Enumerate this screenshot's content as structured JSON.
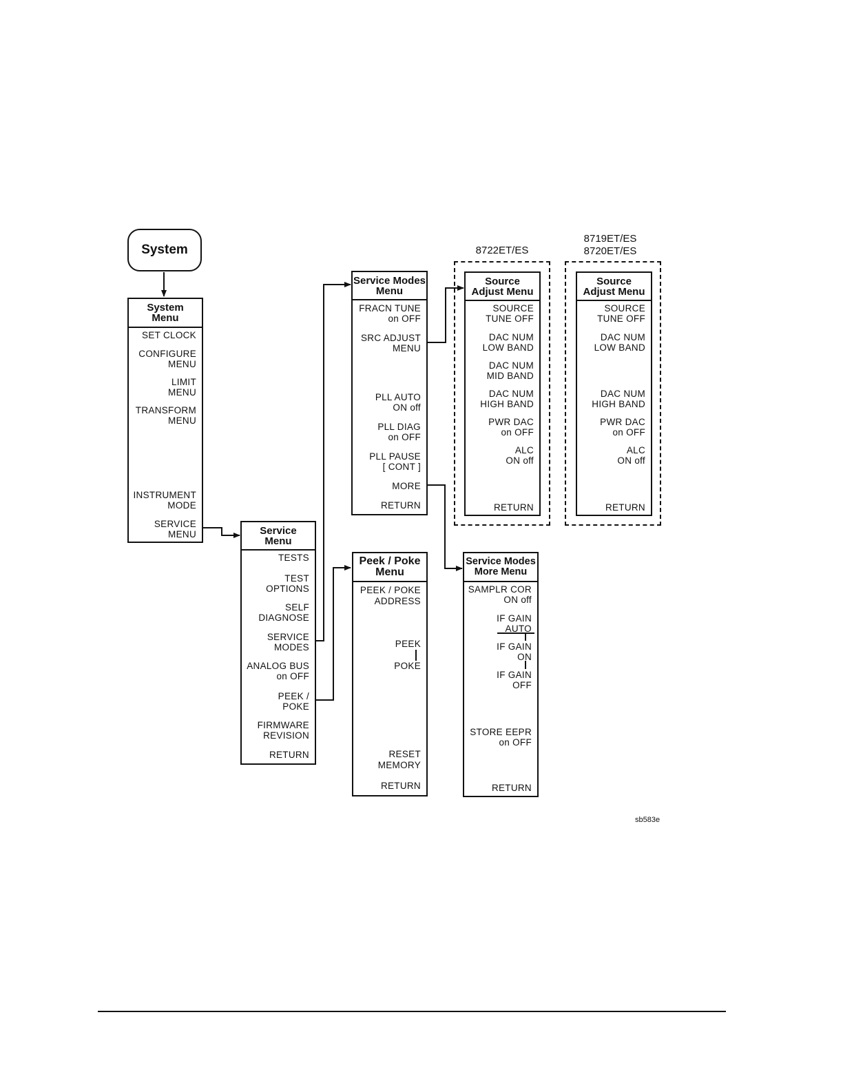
{
  "system_key": "System",
  "system_menu": {
    "title": [
      "System",
      "Menu"
    ],
    "items": [
      [
        "SET CLOCK"
      ],
      [
        "CONFIGURE",
        "MENU"
      ],
      [
        "LIMIT",
        "MENU"
      ],
      [
        "TRANSFORM",
        "MENU"
      ],
      [
        "INSTRUMENT",
        "MODE"
      ],
      [
        "SERVICE",
        "MENU"
      ]
    ]
  },
  "service_menu": {
    "title": [
      "Service",
      "Menu"
    ],
    "items": [
      [
        "TESTS"
      ],
      [
        "TEST",
        "OPTIONS"
      ],
      [
        "SELF",
        "DIAGNOSE"
      ],
      [
        "SERVICE",
        "MODES"
      ],
      [
        "ANALOG BUS",
        "on OFF"
      ],
      [
        "PEEK /",
        "POKE"
      ],
      [
        "FIRMWARE",
        "REVISION"
      ],
      [
        "RETURN"
      ]
    ]
  },
  "service_modes_menu": {
    "title": [
      "Service Modes",
      "Menu"
    ],
    "items": [
      [
        "FRACN TUNE",
        "on OFF"
      ],
      [
        "SRC ADJUST",
        "MENU"
      ],
      [
        "PLL AUTO",
        "ON off"
      ],
      [
        "PLL  DIAG",
        "on OFF"
      ],
      [
        "PLL  PAUSE",
        "[ CONT ]"
      ],
      [
        "MORE"
      ],
      [
        "RETURN"
      ]
    ]
  },
  "peek_poke_menu": {
    "title": [
      "Peek  /  Poke",
      "Menu"
    ],
    "items": [
      [
        "PEEK  /  POKE",
        "ADDRESS"
      ],
      [
        "PEEK"
      ],
      [
        "POKE"
      ],
      [
        "RESET",
        "MEMORY"
      ],
      [
        "RETURN"
      ]
    ]
  },
  "service_modes_more_menu": {
    "title": [
      "Service Modes",
      "More  Menu"
    ],
    "items": [
      [
        "SAMPLR  COR",
        "ON  off"
      ],
      [
        "IF  GAIN",
        "AUTO"
      ],
      [
        "IF  GAIN",
        "ON"
      ],
      [
        "IF  GAIN",
        "OFF"
      ],
      [
        "STORE  EEPR",
        "on  OFF"
      ],
      [
        "RETURN"
      ]
    ]
  },
  "source_adjust_a": {
    "model": [
      "8722ET/ES"
    ],
    "title": [
      "Source",
      "Adjust Menu"
    ],
    "items": [
      [
        "SOURCE",
        "TUNE  OFF"
      ],
      [
        "DAC  NUM",
        "LOW  BAND"
      ],
      [
        "DAC  NUM",
        "MID  BAND"
      ],
      [
        "DAC  NUM",
        "HIGH  BAND"
      ],
      [
        "PWR  DAC",
        "on  OFF"
      ],
      [
        "ALC",
        "ON  off"
      ],
      [
        "RETURN"
      ]
    ]
  },
  "source_adjust_b": {
    "model": [
      "8719ET/ES",
      "8720ET/ES"
    ],
    "title": [
      "Source",
      "Adjust Menu"
    ],
    "items": [
      [
        "SOURCE",
        "TUNE  OFF"
      ],
      [
        "DAC  NUM",
        "LOW  BAND"
      ],
      [
        "DAC  NUM",
        "HIGH  BAND"
      ],
      [
        "PWR  DAC",
        "on  OFF"
      ],
      [
        "ALC",
        "ON  off"
      ],
      [
        "RETURN"
      ]
    ]
  },
  "figure_id": "sb583e"
}
